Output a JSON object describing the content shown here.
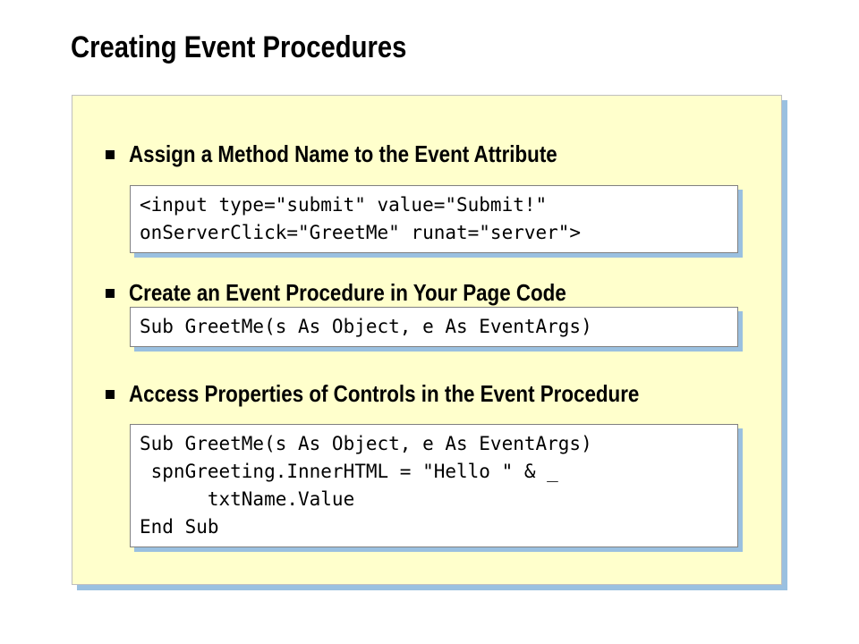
{
  "slide": {
    "title": "Creating Event Procedures",
    "panel_color": "#ffffcc",
    "shadow_color": "#9ac0e0"
  },
  "bullets": [
    {
      "text": "Assign a Method Name to the Event Attribute",
      "code": [
        "<input type=\"submit\" value=\"Submit!\"",
        "onServerClick=\"GreetMe\" runat=\"server\">"
      ]
    },
    {
      "text": "Create an Event Procedure in Your Page Code",
      "code": [
        "Sub GreetMe(s As Object, e As EventArgs)"
      ]
    },
    {
      "text": "Access Properties of Controls in the Event Procedure",
      "code": [
        "Sub GreetMe(s As Object, e As EventArgs)",
        " spnGreeting.InnerHTML = \"Hello \" & _",
        "      txtName.Value",
        "End Sub"
      ]
    }
  ]
}
